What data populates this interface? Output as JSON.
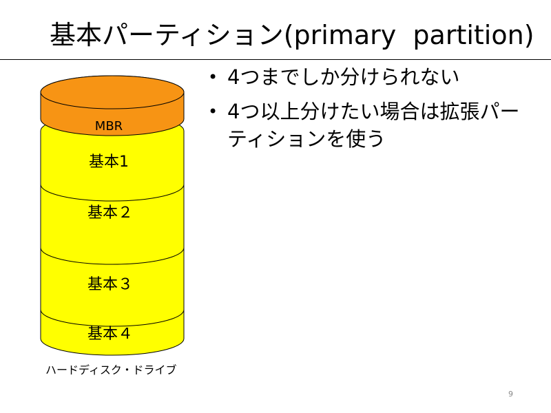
{
  "slide": {
    "title": "基本パーティション(primary  partition)",
    "bullets": [
      "4つまでしか分けられない",
      "4つ以上分けたい場合は拡張パーティションを使う"
    ],
    "page_number": "9"
  },
  "disk": {
    "caption": "ハードディスク・ドライブ",
    "segments": [
      {
        "label": "MBR",
        "color": "#F79414"
      },
      {
        "label": "基本1",
        "color": "#FFFF00"
      },
      {
        "label": "基本２",
        "color": "#FFFF00"
      },
      {
        "label": "基本３",
        "color": "#FFFF00"
      },
      {
        "label": "基本４",
        "color": "#FFFF00"
      }
    ]
  }
}
